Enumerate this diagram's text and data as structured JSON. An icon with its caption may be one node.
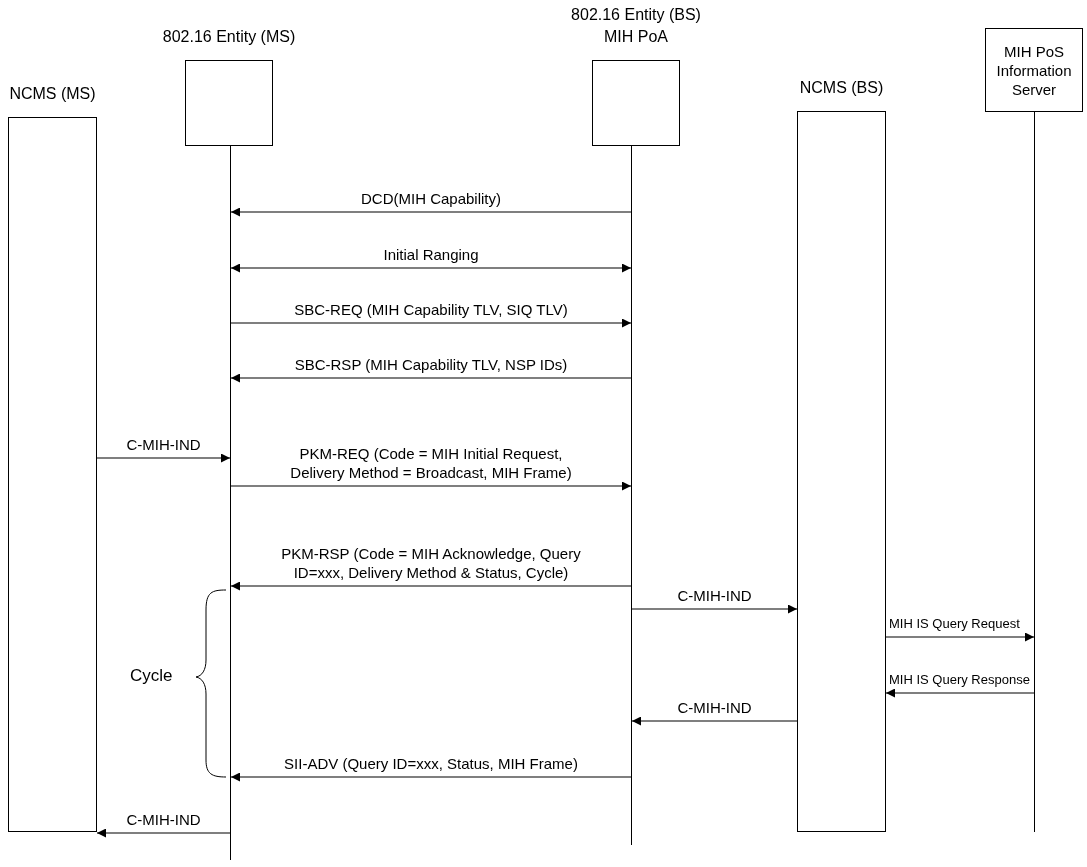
{
  "diagram": {
    "nodes": [
      {
        "text": [
          "NCMS (MS)"
        ]
      },
      {
        "text": [
          "802.16 Entity (MS)"
        ]
      },
      {
        "text": [
          "802.16 Entity (BS) MIH PoA"
        ]
      },
      {
        "text": [
          "NCMS (BS)"
        ]
      },
      {
        "text": [
          "MIH PoS Information Server"
        ]
      },
      {
        "text": [],
        "shape": "line"
      },
      {
        "text": [],
        "shape": "line"
      },
      {
        "text": [],
        "shape": "line"
      }
    ],
    "edges": [
      {
        "from": 6,
        "to": 5,
        "arrow": "to",
        "label": "DCD(MIH Capability)"
      },
      {
        "from": 5,
        "to": 6,
        "arrow": "both",
        "label": "Initial Ranging"
      },
      {
        "from": 5,
        "to": 6,
        "arrow": "to",
        "label": "SBC-REQ (MIH Capability TLV, SIQ TLV)"
      },
      {
        "from": 6,
        "to": 5,
        "arrow": "to",
        "label": "SBC-RSP (MIH Capability TLV, NSP IDs)"
      },
      {
        "from": 0,
        "to": 5,
        "arrow": "to",
        "label": "C-MIH-IND"
      },
      {
        "from": 5,
        "to": 6,
        "arrow": "to",
        "label": "PKM-REQ (Code = MIH Initial Request, Delivery Method = Broadcast, MIH Frame)"
      },
      {
        "from": 6,
        "to": 5,
        "arrow": "to",
        "label": "PKM-RSP (Code = MIH Acknowledge, Query ID=xxx, Delivery Method & Status, Cycle)"
      },
      {
        "from": 6,
        "to": 3,
        "arrow": "to",
        "label": "C-MIH-IND"
      },
      {
        "from": 3,
        "to": 7,
        "arrow": "to",
        "label": "MIH IS Query Request"
      },
      {
        "from": 7,
        "to": 3,
        "arrow": "to",
        "label": "MIH IS Query Response"
      },
      {
        "from": 3,
        "to": 6,
        "arrow": "to",
        "label": "C-MIH-IND"
      },
      {
        "from": 6,
        "to": 5,
        "arrow": "to",
        "label": "SII-ADV (Query ID=xxx, Status, MIH Frame)"
      },
      {
        "from": 5,
        "to": 0,
        "arrow": "to",
        "label": "C-MIH-IND"
      }
    ],
    "labels": [
      "Cycle"
    ]
  }
}
